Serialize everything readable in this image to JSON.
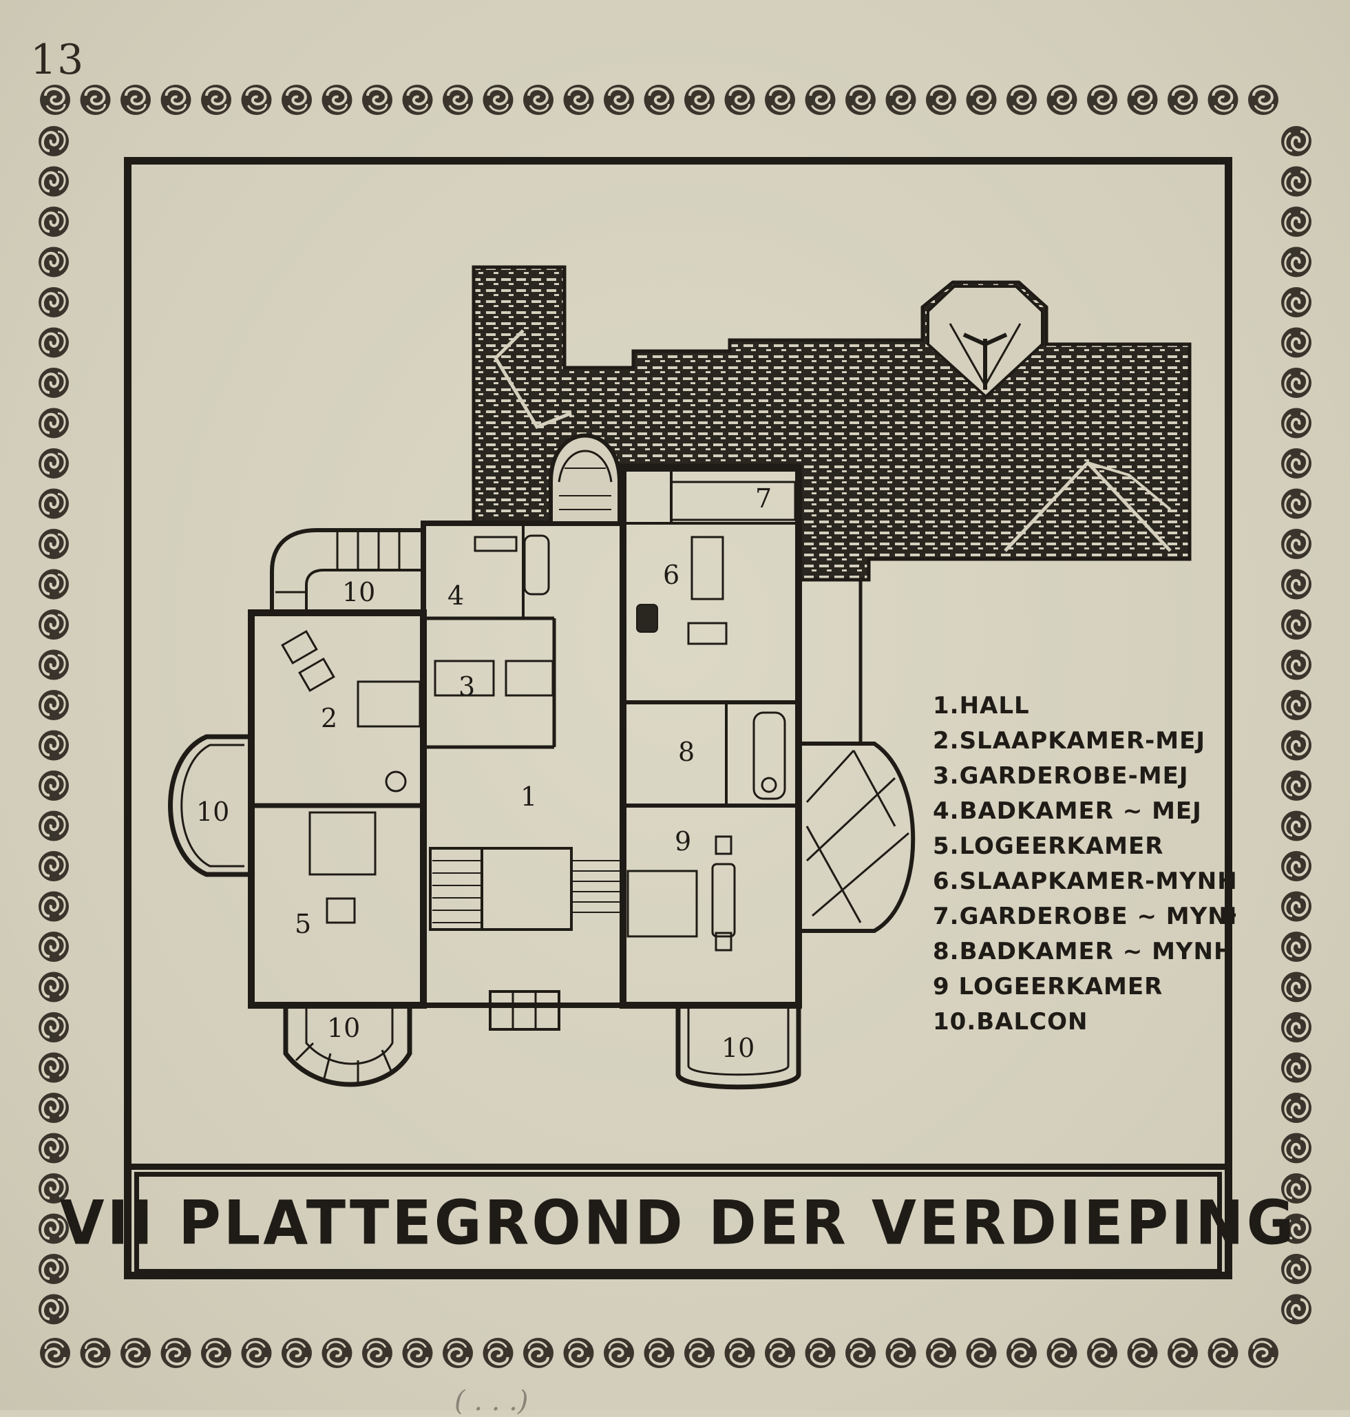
{
  "page": {
    "number": "13",
    "title": "VII PLATTEGROND DER VERDIEPING",
    "pencil_mark": "( . . .)"
  },
  "legend": [
    {
      "label": "1.HALL"
    },
    {
      "label": "2.SLAAPKAMER-MEJ"
    },
    {
      "label": "3.GARDEROBE-MEJ"
    },
    {
      "label": "4.BADKAMER ~ MEJ"
    },
    {
      "label": "5.LOGEERKAMER"
    },
    {
      "label": "6.SLAAPKAMER-MYNH"
    },
    {
      "label": "7.GARDEROBE ~ MYNH"
    },
    {
      "label": "8.BADKAMER ~ MYNH"
    },
    {
      "label": "9 LOGEERKAMER"
    },
    {
      "label": "10.BALCON"
    }
  ],
  "rooms": {
    "r1": "1",
    "r2": "2",
    "r3": "3",
    "r4": "4",
    "r5": "5",
    "r6": "6",
    "r7": "7",
    "r8": "8",
    "r9": "9",
    "b_top": "10",
    "b_left": "10",
    "b_bottom_left": "10",
    "b_bottom_right": "10"
  },
  "colors": {
    "ink": "#1f1c17",
    "paper": "#d4d0bd"
  }
}
